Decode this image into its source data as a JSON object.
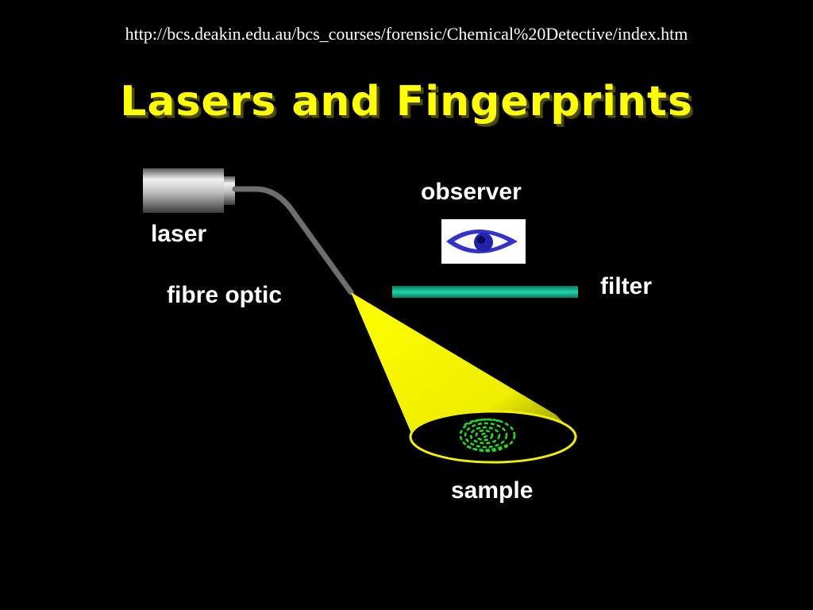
{
  "slide": {
    "source_url": "http://bcs.deakin.edu.au/bcs_courses/forensic/Chemical%20Detective/index.htm",
    "title": "Lasers and Fingerprints"
  },
  "diagram": {
    "labels": {
      "laser": "laser",
      "fibre_optic": "fibre optic",
      "observer": "observer",
      "filter": "filter",
      "sample": "sample"
    },
    "icons": {
      "laser": "laser-device-icon",
      "observer": "eye-icon",
      "sample": "fingerprint-icon"
    },
    "colors": {
      "title": "#ffff00",
      "beam": "#ffff00",
      "filter": "#1ab894",
      "fingerprint": "#22dd22",
      "eye": "#3333cc",
      "background": "#000000"
    }
  }
}
